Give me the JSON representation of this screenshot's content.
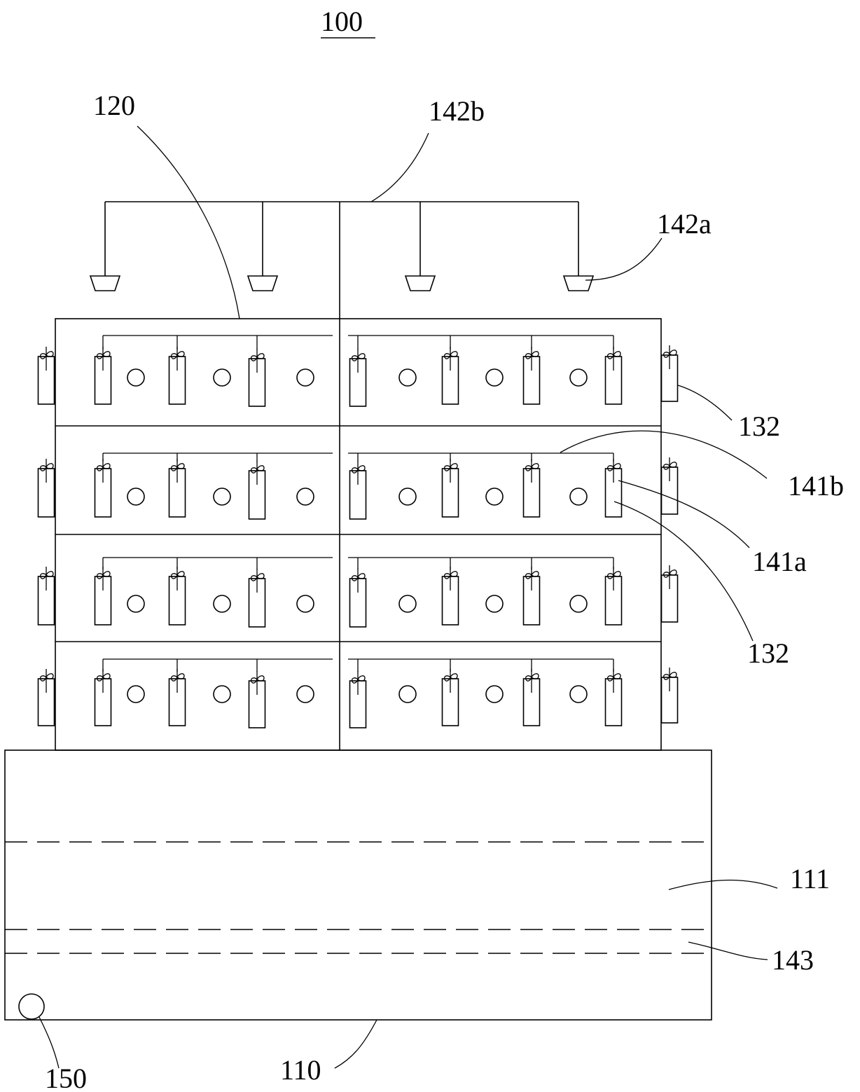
{
  "labels": {
    "figure": "100",
    "frame": "120",
    "main_pipe": "142b",
    "nozzle": "142a",
    "plant_pot_top": "132",
    "branch_pipe": "141b",
    "drip_head": "141a",
    "plant_pot_mid": "132",
    "tank_layer": "111",
    "dashed_line": "143",
    "tank": "110",
    "drain": "150"
  },
  "colors": {
    "ink": "#000000",
    "background": "#ffffff"
  }
}
